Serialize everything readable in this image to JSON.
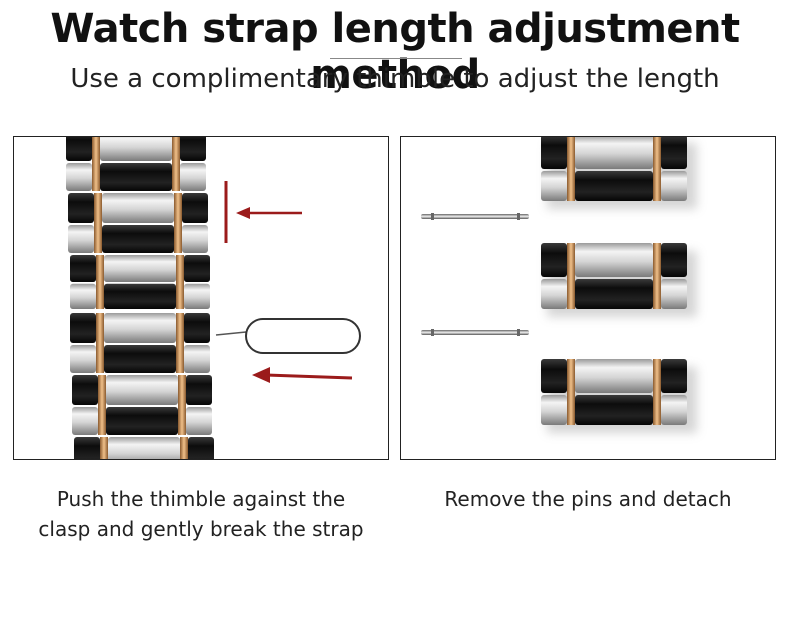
{
  "header": {
    "title": "Watch strap length adjustment method",
    "subtitle": "Use a complimentary thimble to adjust the length"
  },
  "panels": {
    "left": {
      "caption_line1": "Push the thimble against the",
      "caption_line2": "clasp and gently break the strap"
    },
    "right": {
      "caption": "Remove the pins and detach"
    }
  },
  "colors": {
    "arrow": "#9b1b1b",
    "gold": "#c8925a",
    "steel": "#d9d9d9",
    "black_link": "#151515"
  }
}
